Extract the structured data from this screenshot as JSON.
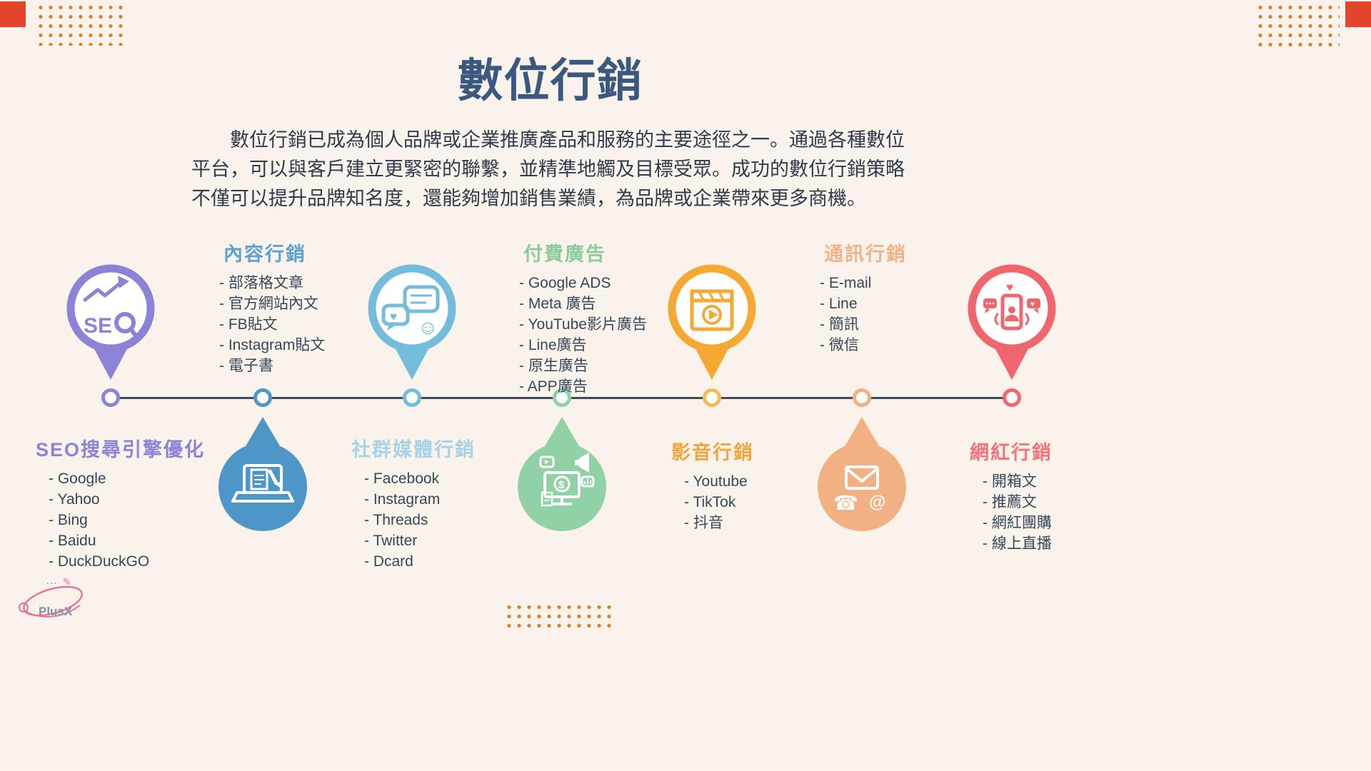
{
  "page": {
    "title": "數位行銷",
    "intro_lines": [
      "數位行銷已成為個人品牌或企業推廣產品和服務的主要途徑之一。通過各種數位",
      "平台，可以與客戶建立更緊密的聯繫，並精準地觸及目標受眾。成功的數位行銷策略",
      "不僅可以提升品牌知名度，還能夠增加銷售業績，為品牌或企業帶來更多商機。"
    ]
  },
  "categories": [
    {
      "key": "content",
      "title": "內容行銷",
      "items": [
        "- 部落格文章",
        "- 官方網站內文",
        "- FB貼文",
        "- Instagram貼文",
        "- 電子書"
      ]
    },
    {
      "key": "paid",
      "title": "付費廣告",
      "items": [
        "- Google ADS",
        "- Meta 廣告",
        "- YouTube影片廣告",
        "- Line廣告",
        "- 原生廣告",
        "- APP廣告"
      ]
    },
    {
      "key": "comm",
      "title": "通訊行銷",
      "items": [
        "- E-mail",
        "- Line",
        "- 簡訊",
        "- 微信"
      ]
    },
    {
      "key": "seo",
      "title": "SEO搜尋引擎優化",
      "items": [
        "- Google",
        "- Yahoo",
        "- Bing",
        "- Baidu",
        "- DuckDuckGO"
      ]
    },
    {
      "key": "social",
      "title": "社群媒體行銷",
      "items": [
        "- Facebook",
        "- Instagram",
        "- Threads",
        "- Twitter",
        "- Dcard"
      ]
    },
    {
      "key": "video",
      "title": "影音行銷",
      "items": [
        "- Youtube",
        "- TikTok",
        "- 抖音"
      ]
    },
    {
      "key": "influencer",
      "title": "網紅行銷",
      "items": [
        "- 開箱文",
        "- 推薦文",
        "- 網紅團購",
        "- 線上直播"
      ]
    }
  ],
  "icons": {
    "seo_text": "SE",
    "heart": "♥",
    "small_heart": "♥",
    "smiley": "☺",
    "dollar": "$",
    "phone_handset": "☎",
    "at_sign": "@",
    "logo_dots": "…",
    "logo_pencil": "✎"
  },
  "logo": {
    "text": "PlusX"
  },
  "palette": {
    "background": "#FAF3EB",
    "title": "#3A5880",
    "body_text": "#2F3B4C",
    "timeline_line": "#3E4A5A",
    "purple": "#8C82D8",
    "blue": "#4E96C8",
    "light_blue": "#74BCDC",
    "green": "#90D2A5",
    "orange": "#F5A832",
    "yellow_node": "#F0BC5E",
    "peach": "#F2B183",
    "red": "#F0666E",
    "dot_orange": "#D9822B",
    "corner_red": "#E2452C",
    "logo_pink": "#E8739B",
    "logo_text": "#8792A3"
  }
}
